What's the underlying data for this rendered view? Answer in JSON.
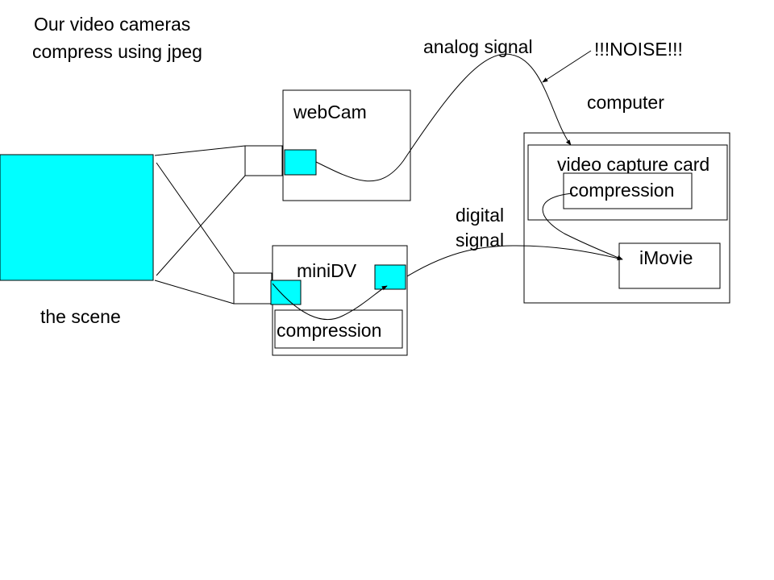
{
  "title": {
    "line1": "Our video cameras",
    "line2": "compress using jpeg"
  },
  "labels": {
    "analog_signal": "analog signal",
    "noise": "!!!NOISE!!!",
    "computer": "computer",
    "webcam": "webCam",
    "video_capture_card": "video capture card",
    "card_compression": "compression",
    "digital_signal_line1": "digital",
    "digital_signal_line2": "signal",
    "imovie": "iMovie",
    "minidv": "miniDV",
    "minidv_compression": "compression",
    "the_scene": "the scene"
  },
  "colors": {
    "sensor": "#00ffff",
    "outline": "#000000",
    "background": "#ffffff"
  }
}
